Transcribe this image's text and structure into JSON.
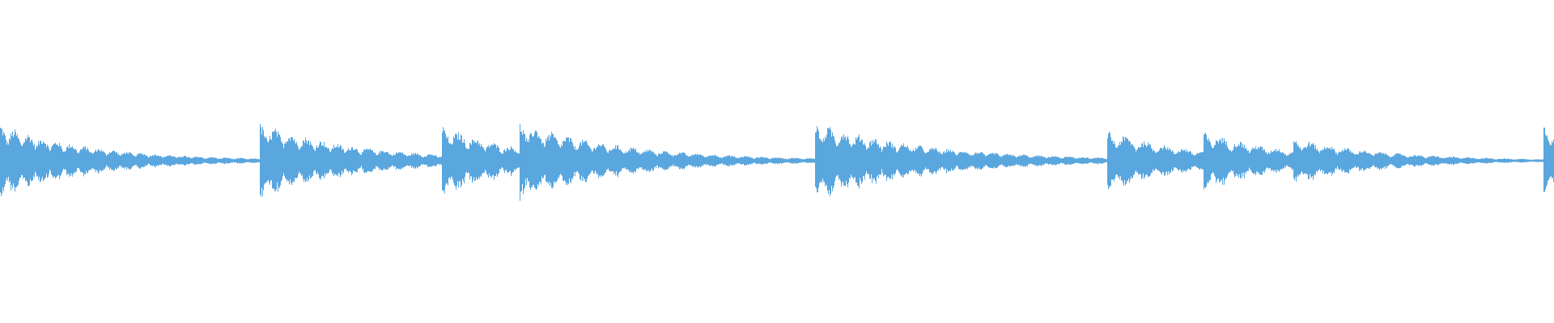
{
  "waveform": {
    "color": "#5aa6de",
    "background": "#ffffff",
    "type": "percussive-audio-waveform",
    "duration_fraction_axis": "time",
    "hits": [
      {
        "onset": 0.0,
        "peak": 0.95,
        "decay": 0.06,
        "ring_rate": 55
      },
      {
        "onset": 0.167,
        "peak": 0.98,
        "decay": 0.065,
        "ring_rate": 50
      },
      {
        "onset": 0.284,
        "peak": 0.93,
        "decay": 0.05,
        "ring_rate": 45
      },
      {
        "onset": 0.334,
        "peak": 1.0,
        "decay": 0.07,
        "ring_rate": 48
      },
      {
        "onset": 0.524,
        "peak": 1.0,
        "decay": 0.075,
        "ring_rate": 52
      },
      {
        "onset": 0.712,
        "peak": 0.8,
        "decay": 0.055,
        "ring_rate": 40
      },
      {
        "onset": 0.774,
        "peak": 0.78,
        "decay": 0.055,
        "ring_rate": 42
      },
      {
        "onset": 0.832,
        "peak": 0.6,
        "decay": 0.06,
        "ring_rate": 44
      },
      {
        "onset": 0.993,
        "peak": 0.95,
        "decay": 0.05,
        "ring_rate": 50
      }
    ],
    "noise_floor": 0.015
  }
}
